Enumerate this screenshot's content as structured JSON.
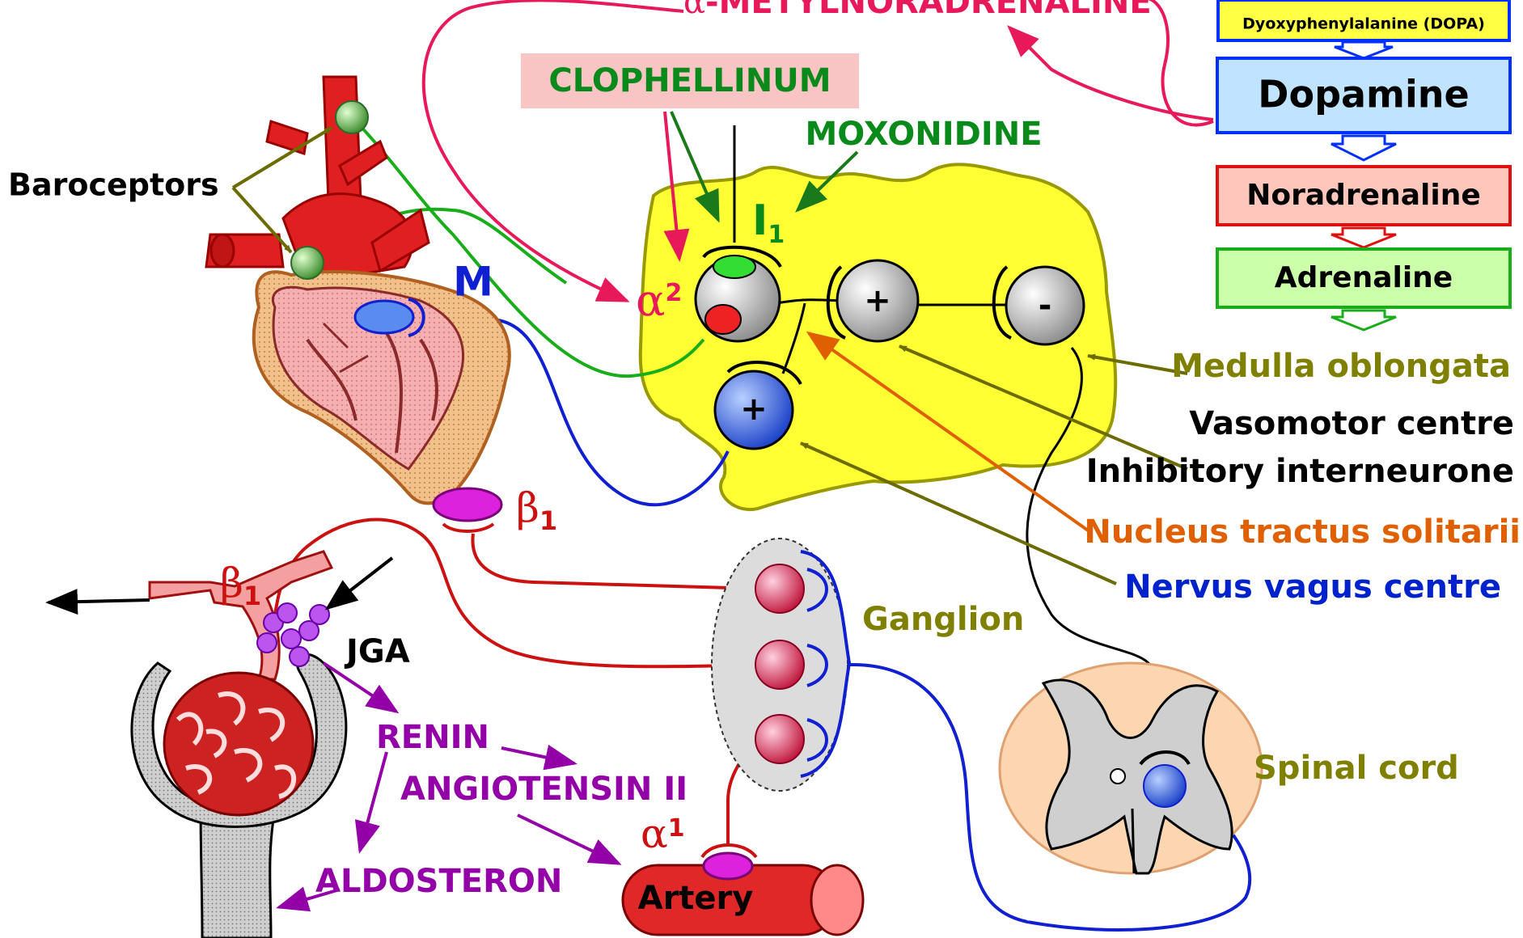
{
  "colors": {
    "medulla_fill": "#ffff33",
    "medulla_stroke": "#999900",
    "olive_text": "#808000",
    "green_text": "#0b8a1c",
    "magenta_text": "#e8195a",
    "purple_text": "#9400a8",
    "orange_text": "#e06000",
    "blue_text": "#0022cc",
    "heart_red": "#e02020",
    "nerve_red": "#cc1111",
    "nerve_green": "#1aad1a",
    "nerve_blue": "#1020d0"
  },
  "biosynthesis": {
    "dopa": "Dyoxyphenylalanine (DOPA)",
    "dopamine": "Dopamine",
    "noradrenaline": "Noradrenaline",
    "adrenaline": "Adrenaline"
  },
  "drugs": {
    "alpha_metyl_symbol": "α",
    "alpha_metyl_text": "-METYLNORADRENALINE",
    "clophellinum": "CLOPHELLINUM",
    "moxonidine": "MOXONIDINE"
  },
  "receptors": {
    "alpha2_symbol": "α",
    "alpha2_sub": "2",
    "i1_letter": "I",
    "i1_sub": "1",
    "m": "M",
    "beta1_heart_symbol": "β",
    "beta1_heart_sub": "1",
    "beta1_kidney_symbol": "β",
    "beta1_kidney_sub": "1",
    "alpha1_symbol": "α",
    "alpha1_sub": "1"
  },
  "neurons": {
    "excitatory_sign": "+",
    "inhibitory_sign": "-",
    "vagus_sign": "+"
  },
  "labels": {
    "baroceptors": "Baroceptors",
    "medulla": "Medulla oblongata",
    "vasomotor": "Vasomotor centre",
    "inhibitory": "Inhibitory interneurone",
    "nts": "Nucleus tractus solitarii",
    "vagus": "Nervus vagus centre",
    "ganglion": "Ganglion",
    "spinal": "Spinal cord",
    "jga": "JGA",
    "renin": "RENIN",
    "angiotensin": "ANGIOTENSIN II",
    "aldosteron": "ALDOSTERON",
    "artery": "Artery"
  },
  "icons": [
    "heart-icon",
    "kidney-glomerulus-icon",
    "artery-icon",
    "spinal-cord-icon",
    "ganglion-icon",
    "medulla-icon"
  ]
}
